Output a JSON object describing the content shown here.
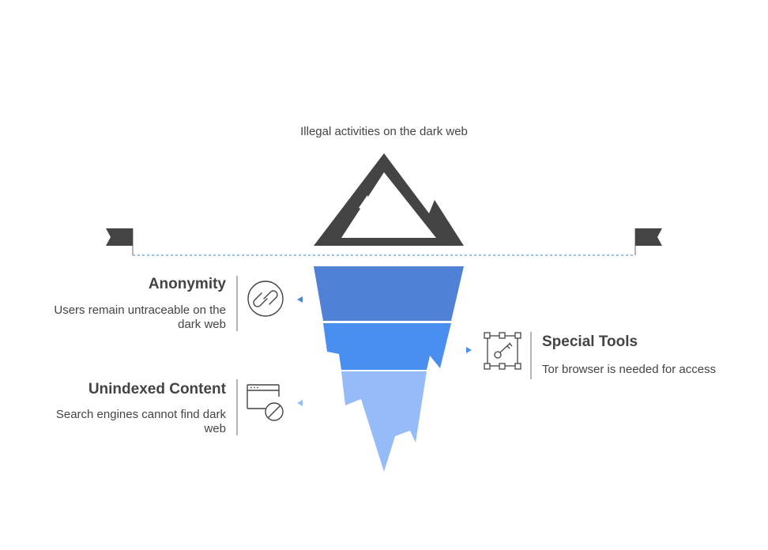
{
  "tip": {
    "label": "Illegal activities on the dark web"
  },
  "layers": [
    {
      "title": "Anonymity",
      "description": "Users remain untraceable on the dark web",
      "icon": "link-circle-icon",
      "side": "left",
      "color": "#4F82D6"
    },
    {
      "title": "Special Tools",
      "description": "Tor browser is needed for access",
      "icon": "key-frame-icon",
      "side": "right",
      "color": "#4A8EF0"
    },
    {
      "title": "Unindexed Content",
      "description": "Search engines cannot find dark web",
      "icon": "blocked-browser-icon",
      "side": "left",
      "color": "#95BCF9"
    }
  ],
  "colors": {
    "mountain": "#444444",
    "waterline": "#7FA7D9",
    "flag": "#444444",
    "divider": "#9A9A9A",
    "text": "#444444"
  }
}
